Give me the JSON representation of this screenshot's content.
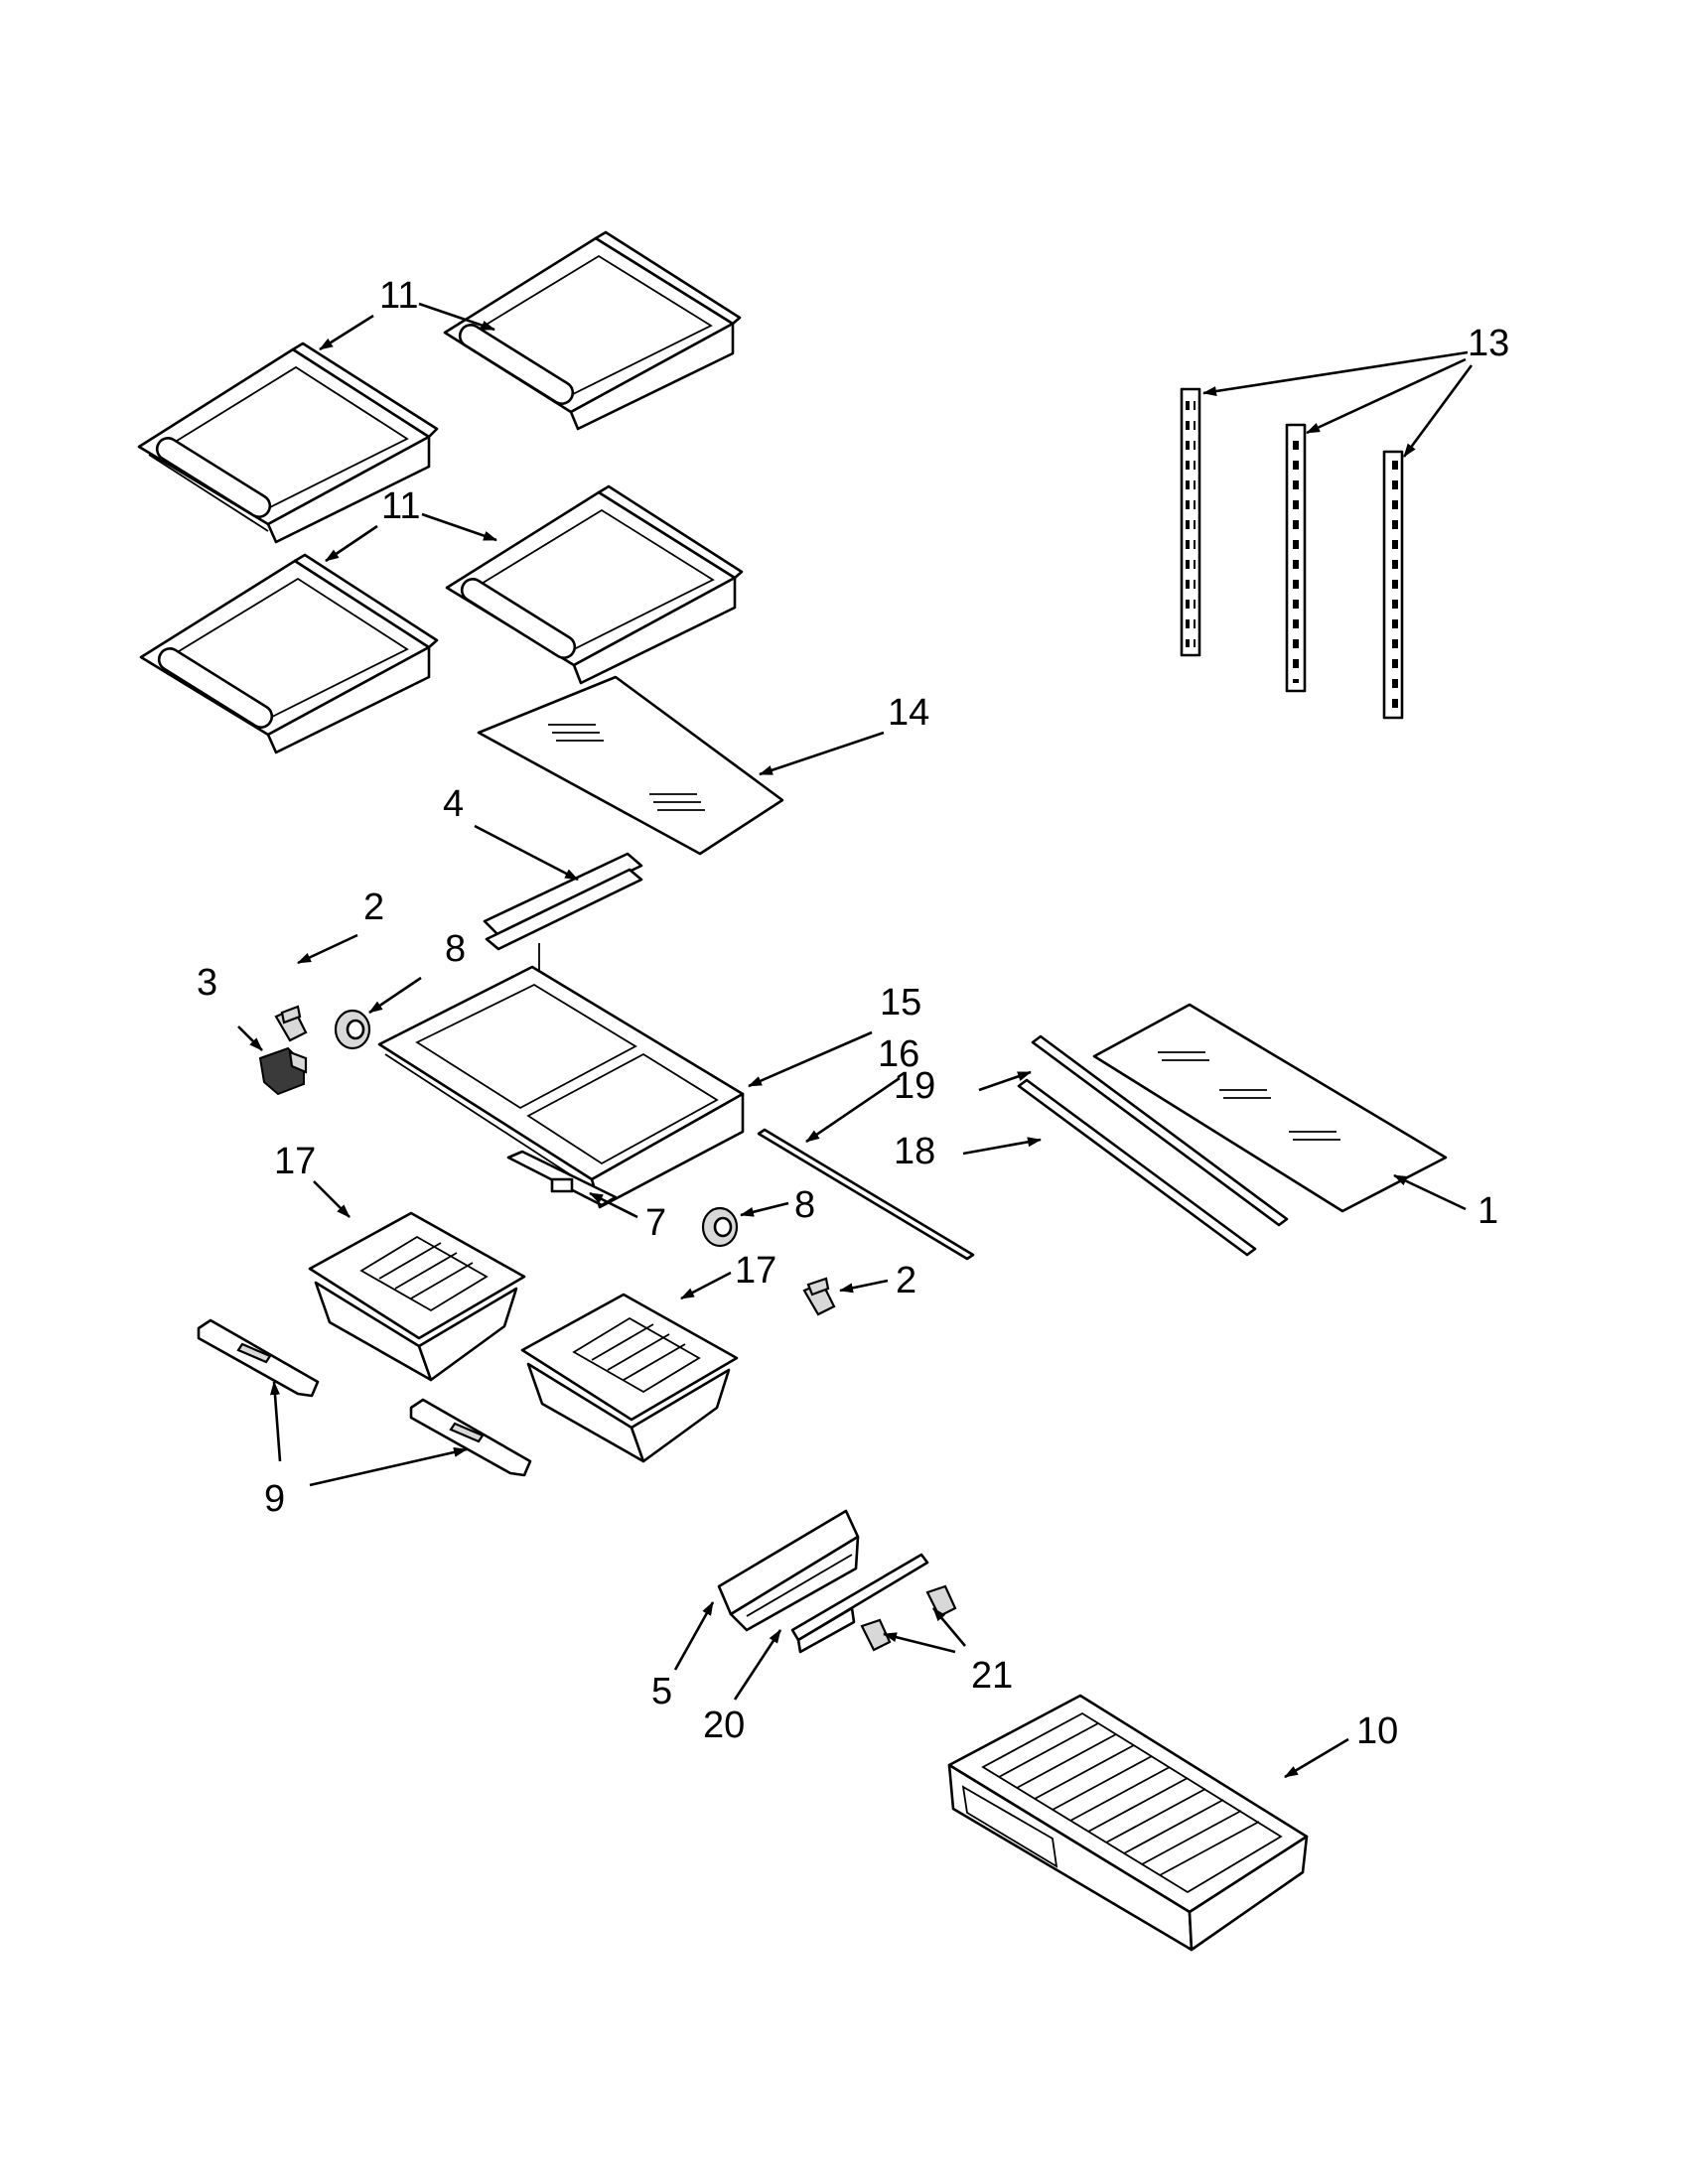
{
  "callouts": {
    "c1": "1",
    "c2a": "2",
    "c2b": "2",
    "c3": "3",
    "c4": "4",
    "c5": "5",
    "c7": "7",
    "c8a": "8",
    "c8b": "8",
    "c9": "9",
    "c10": "10",
    "c11a": "11",
    "c11b": "11",
    "c13": "13",
    "c14": "14",
    "c15": "15",
    "c16": "16",
    "c17a": "17",
    "c17b": "17",
    "c18": "18",
    "c19": "19",
    "c20": "20",
    "c21": "21"
  }
}
